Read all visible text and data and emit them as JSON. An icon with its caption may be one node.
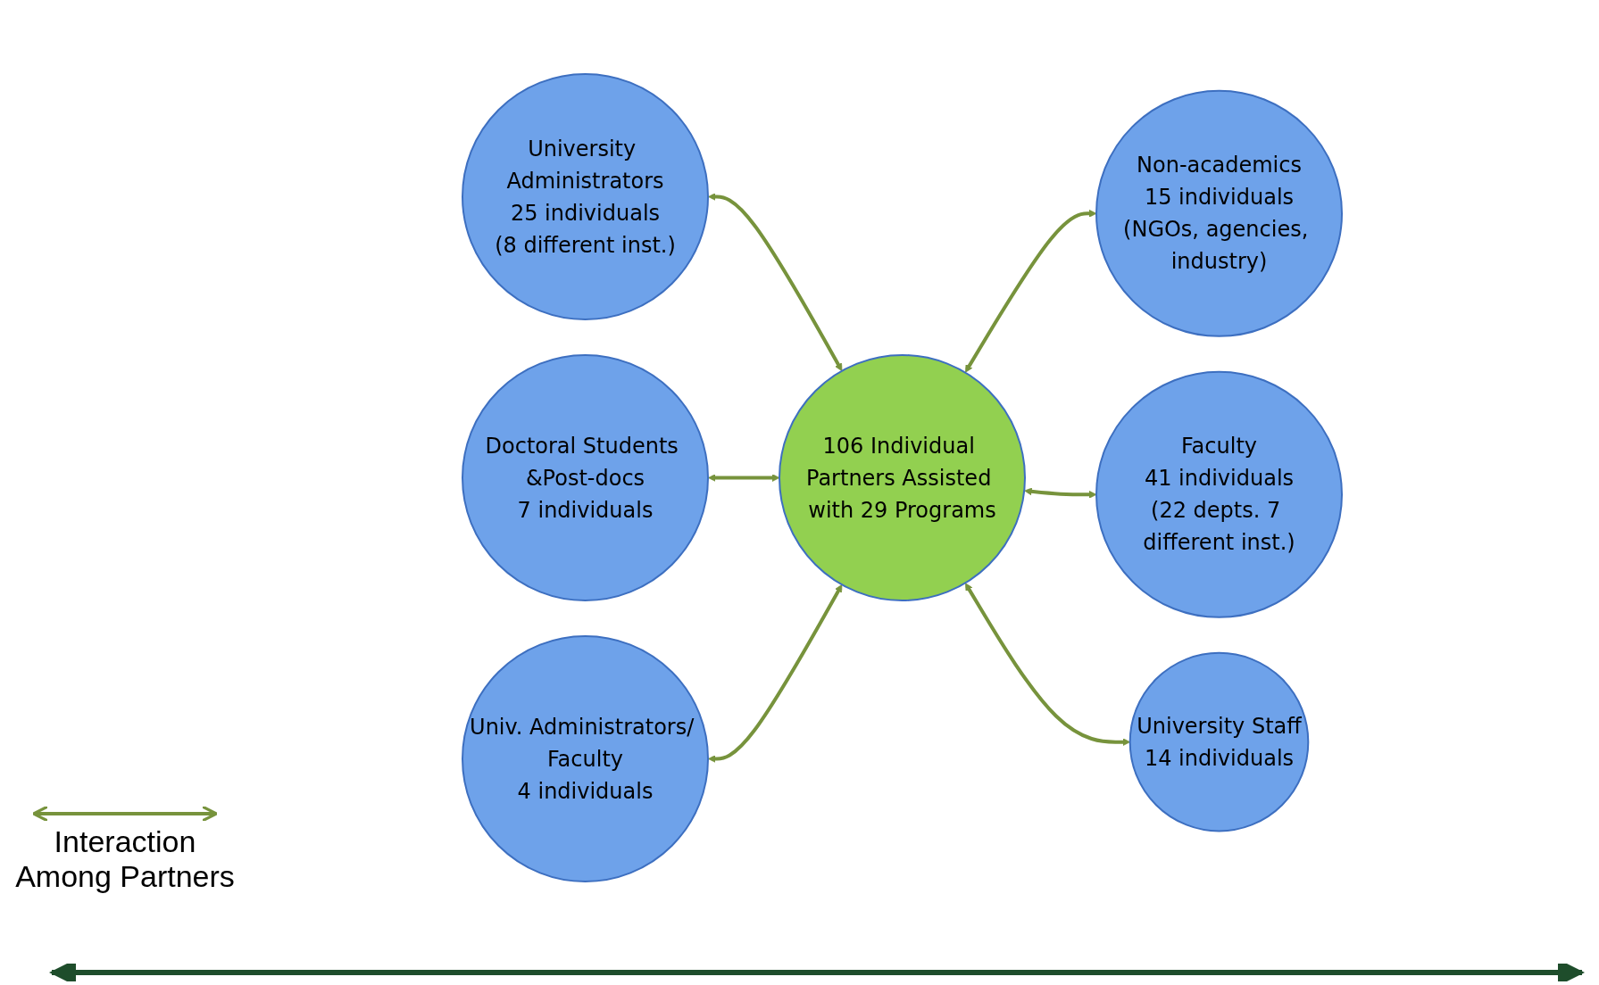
{
  "diagram": {
    "nodes": [
      {
        "text": [
          "University Administrators",
          "25 individuals",
          "(8 different inst.)"
        ]
      },
      {
        "text": [
          "Non-academics",
          "15 individuals",
          "(NGOs, agencies, industry)"
        ]
      },
      {
        "text": [
          "Doctoral Students &Post-docs",
          "7 individuals"
        ]
      },
      {
        "text": [
          "106 Individual Partners Assisted with 29 Programs"
        ]
      },
      {
        "text": [
          "Faculty",
          "41 individuals",
          "(22 depts. 7 different inst.)"
        ]
      },
      {
        "text": [
          "Univ. Administrators/ Faculty",
          "4 individuals"
        ]
      },
      {
        "text": [
          "University Staff",
          "14 individuals"
        ]
      }
    ],
    "edges": [
      {
        "from": 0,
        "to": 3,
        "arrow": "both"
      },
      {
        "from": 3,
        "to": 1,
        "arrow": "both"
      },
      {
        "from": 2,
        "to": 3,
        "arrow": "both"
      },
      {
        "from": 3,
        "to": 4,
        "arrow": "both"
      },
      {
        "from": 5,
        "to": 3,
        "arrow": "both"
      },
      {
        "from": 3,
        "to": 6,
        "arrow": "both"
      }
    ],
    "legend": [
      {
        "text": "Interaction Among Partners"
      }
    ]
  }
}
